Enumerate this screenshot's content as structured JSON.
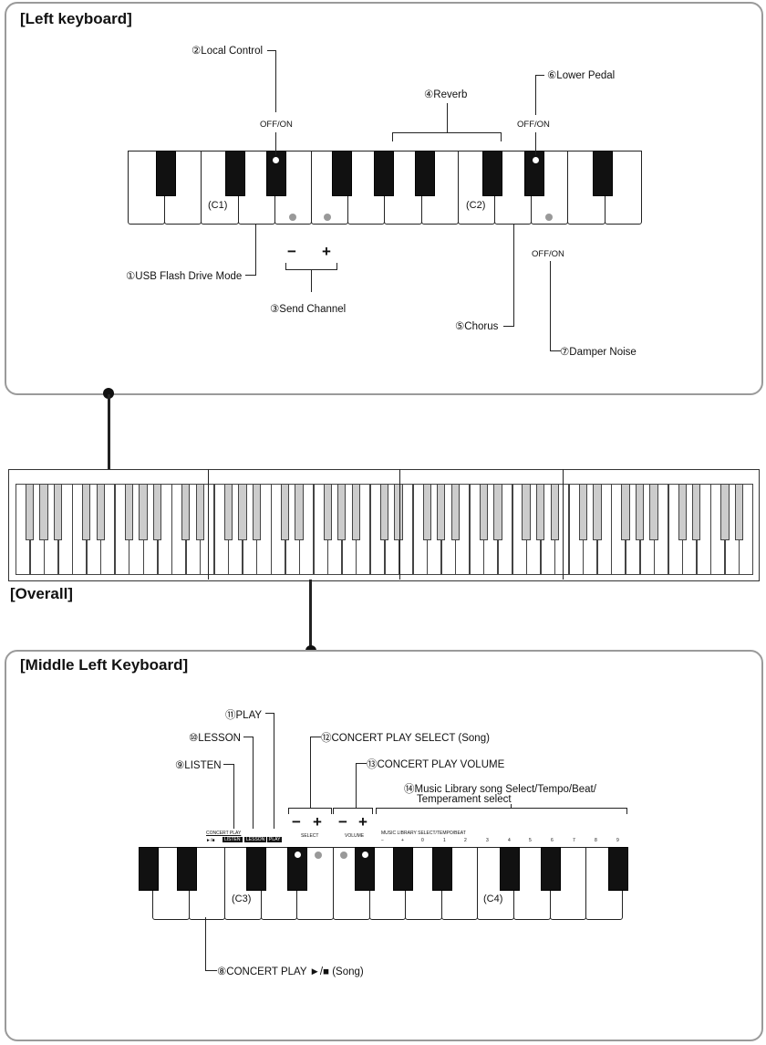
{
  "left_keyboard": {
    "title": "[Left keyboard]",
    "labels": {
      "local_control": "②Local Control",
      "reverb": "④Reverb",
      "lower_pedal": "⑥Lower Pedal",
      "off_on_1": "OFF/ON",
      "off_on_2": "OFF/ON",
      "off_on_3": "OFF/ON",
      "c1": "(C1)",
      "c2": "(C2)",
      "minus": "−",
      "plus": "+",
      "usb": "①USB Flash Drive Mode",
      "send_channel": "③Send Channel",
      "chorus": "⑤Chorus",
      "damper_noise": "⑦Damper Noise"
    }
  },
  "overall": {
    "title": "[Overall]"
  },
  "middle_left_keyboard": {
    "title": "[Middle Left Keyboard]",
    "labels": {
      "play": "⑪PLAY",
      "lesson": "⑩LESSON",
      "listen": "⑨LISTEN",
      "concert_select": "⑫CONCERT PLAY SELECT (Song)",
      "concert_volume": "⑬CONCERT PLAY VOLUME",
      "music_library_1": "⑭Music Library song Select/Tempo/Beat/",
      "music_library_2": "Temperament select",
      "concert_play_small": "CONCERT PLAY",
      "play_stop_small": "►/■",
      "listen_small": "LISTEN",
      "lesson_small": "LESSON",
      "play_small": "PLAY",
      "select_small": "SELECT",
      "volume_small": "VOLUME",
      "music_library_small": "MUSIC LIBRARY SELECT/TEMPO/BEAT",
      "minus_a": "−",
      "plus_a": "+",
      "minus_b": "−",
      "plus_b": "+",
      "c3": "(C3)",
      "c4": "(C4)",
      "concert_play_song": "⑧CONCERT PLAY ►/■ (Song)",
      "key_numbers": [
        "−",
        "+",
        "0",
        "1",
        "2",
        "3",
        "4",
        "5",
        "6",
        "7",
        "8",
        "9"
      ]
    }
  }
}
